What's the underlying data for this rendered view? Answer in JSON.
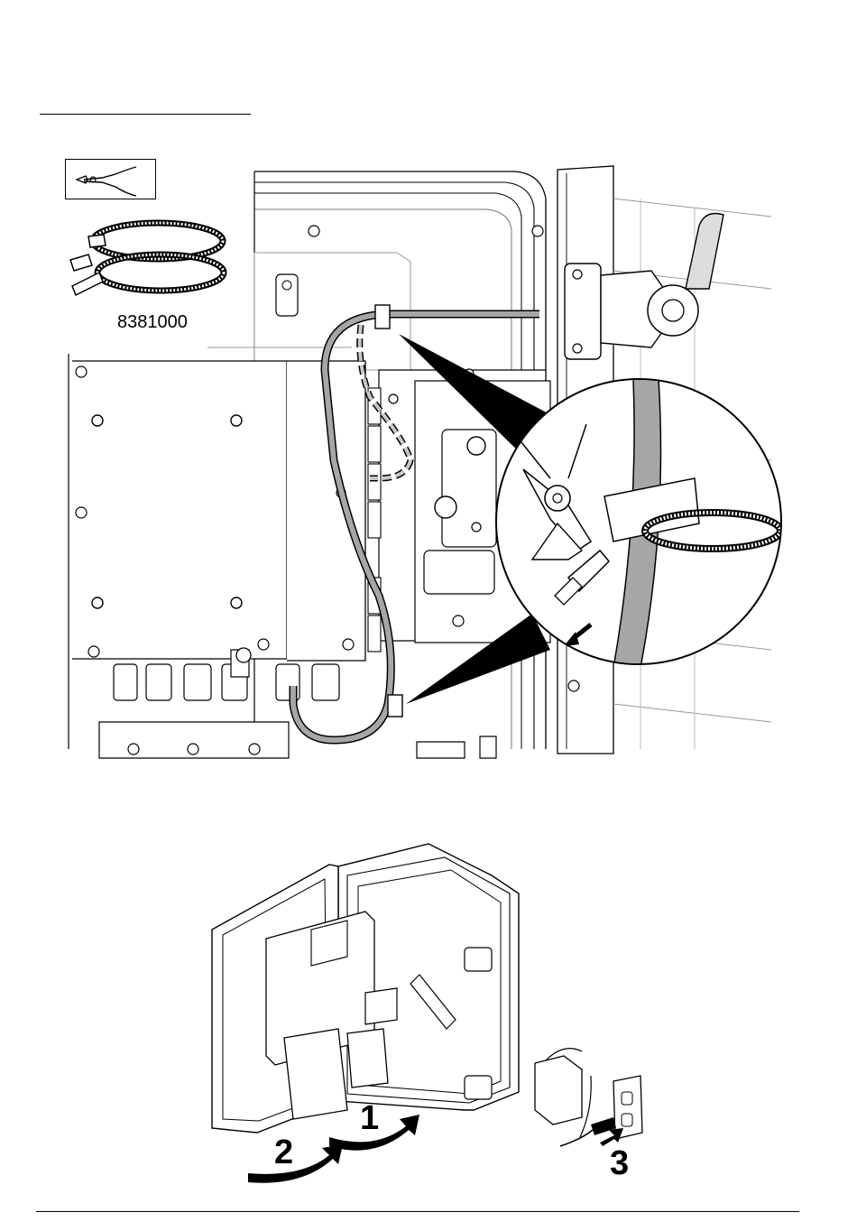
{
  "page": {
    "tool_part_number": "8381000",
    "steps": [
      {
        "number": "1"
      },
      {
        "number": "2"
      },
      {
        "number": "3"
      }
    ]
  },
  "colors": {
    "line": "#000000",
    "cable": "#a6a6a6",
    "cable_light": "#c8c8c8",
    "paper": "#ffffff",
    "shade": "#e6e6e6"
  },
  "icons": {
    "tool": "side-cutter-icon",
    "part": "cable-tie-icon",
    "arrow": "curved-arrow-icon",
    "outlet": "power-outlet-icon"
  }
}
